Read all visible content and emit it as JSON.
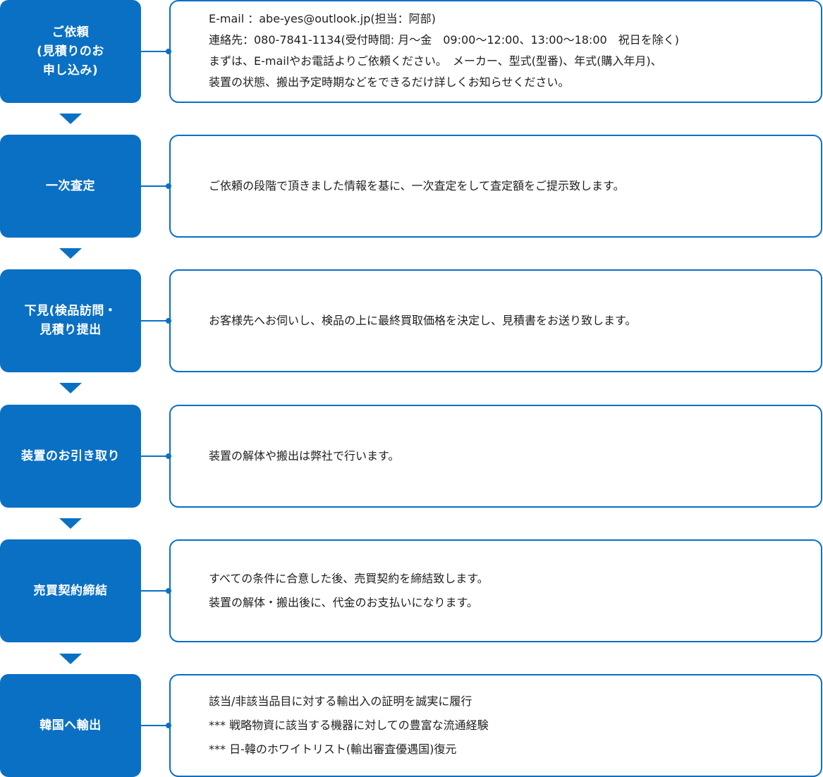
{
  "accent_color": "#0a70c4",
  "steps": [
    {
      "label": "ご依頼\n(見積りのお\n申し込み)",
      "lines": [
        "E-mail ：abe-yes@outlook.jp(担当：阿部)",
        "連絡先：080-7841-1134(受付時間: 月〜金　09:00〜12:00、13:00〜18:00　祝日を除く)",
        "まずは、E-mailやお電話よりご依頼ください。　メーカー、型式(型番)、年式(購入年月)、",
        "装置の状態、搬出予定時期などをできるだけ詳しくお知らせください。"
      ]
    },
    {
      "label": "一次査定",
      "lines": [
        "ご依頼の段階で頂きました情報を基に、一次査定をして査定額をご提示致します。"
      ]
    },
    {
      "label": "下見(検品訪問・\n見積り提出",
      "lines": [
        "お客様先へお伺いし、検品の上に最終買取価格を決定し、見積書をお送り致します。"
      ]
    },
    {
      "label": "装置のお引き取り",
      "lines": [
        "装置の解体や搬出は弊社で行います。"
      ]
    },
    {
      "label": "売買契約締結",
      "lines": [
        "すべての条件に合意した後、売買契約を締結致します。",
        "装置の解体・搬出後に、代金のお支払いになります。"
      ]
    },
    {
      "label": "韓国へ輸出",
      "lines": [
        "該当/非該当品目に対する輸出入の証明を誠実に履行",
        "*** 戦略物資に該当する機器に対しての豊富な流通経験",
        "*** 日-韓のホワイトリスト(輸出審査優遇国)復元"
      ]
    }
  ]
}
